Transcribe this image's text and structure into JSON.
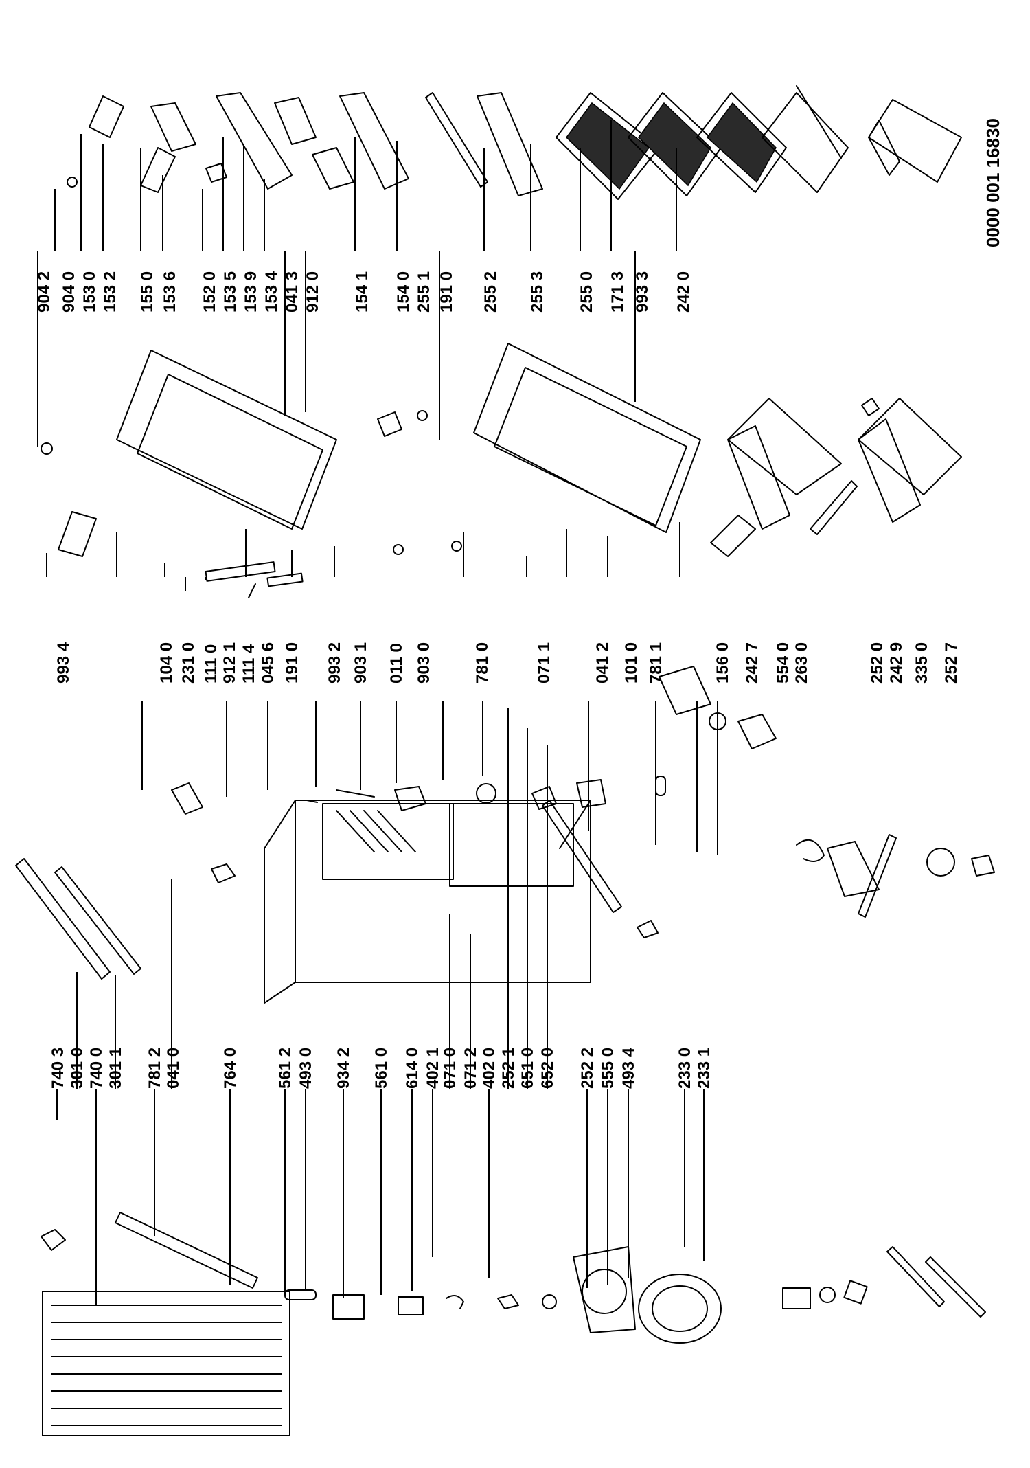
{
  "diagram": {
    "document_number": "0000 001 16830",
    "part_labels": [
      "740 3",
      "301 0",
      "740 0",
      "301 1",
      "781 2",
      "041 0",
      "764 0",
      "561 2",
      "493 0",
      "934 2",
      "561 0",
      "614 0",
      "402 1",
      "071 0",
      "071 2",
      "402 0",
      "252 1",
      "651 0",
      "652 0",
      "252 2",
      "555 0",
      "493 4",
      "233 0",
      "233 1",
      "993 4",
      "104 0",
      "231 0",
      "111 0",
      "912 1",
      "111 4",
      "045 6",
      "191 0",
      "993 2",
      "903 1",
      "011 0",
      "903 0",
      "781 0",
      "071 1",
      "041 2",
      "101 0",
      "781 1",
      "156 0",
      "242 7",
      "554 0",
      "263 0",
      "252 0",
      "242 9",
      "335 0",
      "252 7",
      "904 2",
      "904 0",
      "153 0",
      "153 2",
      "155 0",
      "153 6",
      "152 0",
      "153 5",
      "153 9",
      "153 4",
      "041 3",
      "912 0",
      "154 1",
      "154 0",
      "255 1",
      "191 0",
      "255 2",
      "255 3",
      "255 0",
      "171 3",
      "993 3",
      "242 0"
    ]
  }
}
